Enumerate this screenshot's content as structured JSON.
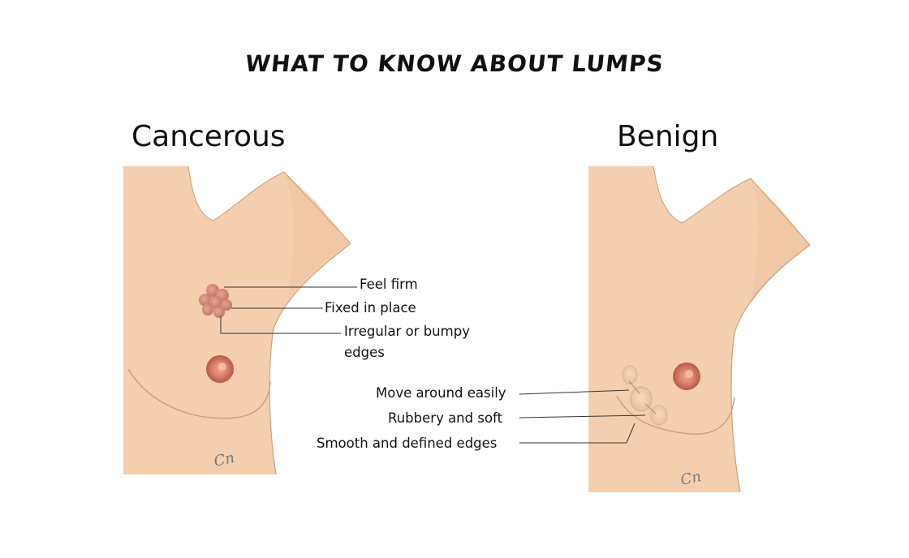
{
  "title": "WHAT TO KNOW ABOUT LUMPS",
  "left_panel": {
    "heading": "Cancerous",
    "labels": [
      "Feel firm",
      "Fixed in place",
      "Irregular or bumpy",
      "edges"
    ]
  },
  "right_panel": {
    "heading": "Benign",
    "labels": [
      "Move around easily",
      "Rubbery and soft",
      "Smooth and defined edges"
    ]
  },
  "colors": {
    "skin": "#f4cfaf",
    "skin_shadow": "#e9b895",
    "outline": "#c79a78",
    "areola": "#c96b5b",
    "lump": "#c97a6c"
  }
}
